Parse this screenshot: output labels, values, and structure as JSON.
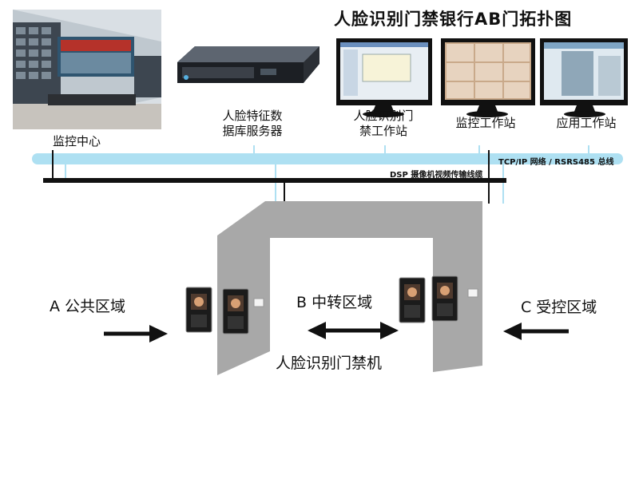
{
  "title": "人脸识别门禁银行AB门拓扑图",
  "nodes": {
    "monitor_center": "监控中心",
    "face_db_server_line1": "人脸特征数",
    "face_db_server_line2": "据库服务器",
    "enroll_station_line1": "人脸识别门",
    "enroll_station_line2": "禁工作站",
    "monitor_station": "监控工作站",
    "app_station": "应用工作站"
  },
  "buses": {
    "network": "TCP/IP 网络 / RSRS485 总线",
    "camera": "DSP 摄像机视频传输线缆"
  },
  "zones": {
    "a": "A  公共区域",
    "b": "B  中转区域",
    "c": "C  受控区域"
  },
  "device_label": "人脸识别门禁机",
  "colors": {
    "network_bus": "#aee0f2",
    "camera_bus": "#111111",
    "door_frame": "#a8a8a8",
    "device_body": "#1b1b1b"
  }
}
